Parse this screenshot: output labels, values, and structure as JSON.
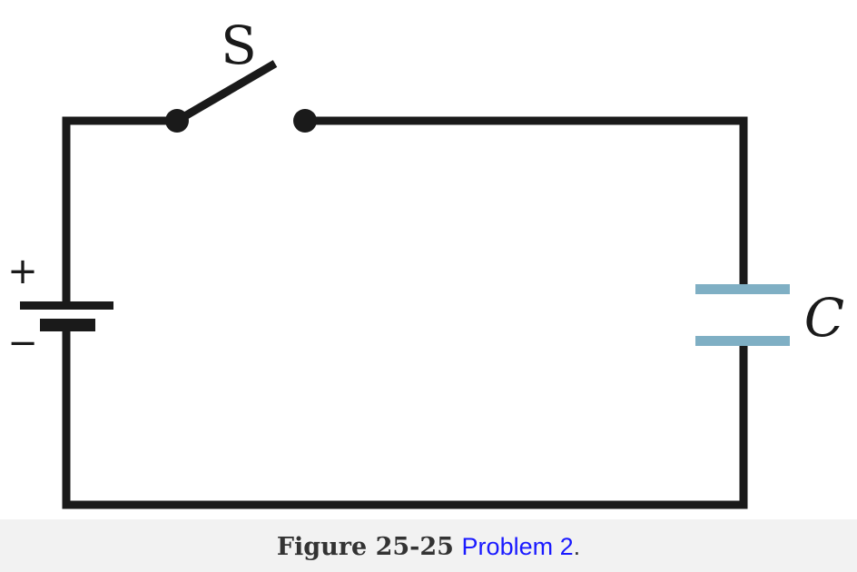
{
  "diagram": {
    "switch_label": "S",
    "capacitor_label": "C",
    "battery_plus": "+",
    "battery_minus": "−",
    "colors": {
      "wire": "#1a1a1a",
      "capacitor_plate": "#7fafc4",
      "background": "#ffffff",
      "caption_background": "#f2f2f2"
    }
  },
  "caption": {
    "figure_label": "Figure 25-25",
    "link_text": "Problem 2",
    "link_color": "#1a1aff",
    "suffix": "."
  }
}
